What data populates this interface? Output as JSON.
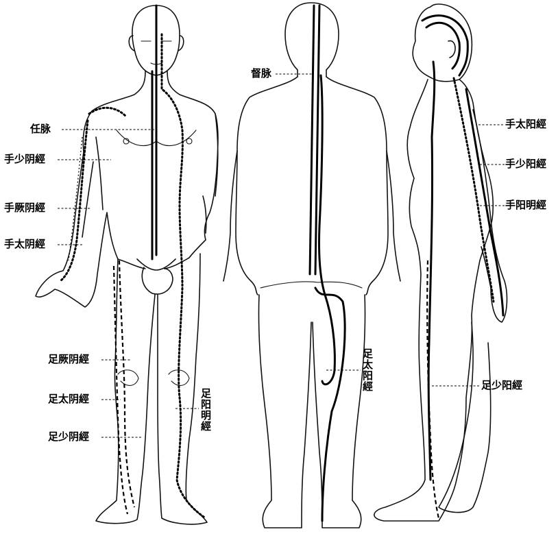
{
  "labels": {
    "ren_mai": "任脉",
    "shou_shao_yin": "手少阴經",
    "shou_jue_yin": "手厥阴經",
    "shou_tai_yin": "手太阴經",
    "zu_jue_yin": "足厥阴經",
    "zu_tai_yin": "足太阴經",
    "zu_shao_yin": "足少阴經",
    "zu_yang_ming": "足阳明經",
    "du_mai": "督脉",
    "zu_tai_yang": "足太阳經",
    "shou_tai_yang": "手太阳經",
    "shou_shao_yang": "手少阳經",
    "shou_yang_ming": "手阳明經",
    "zu_shao_yang": "足少阳經"
  }
}
